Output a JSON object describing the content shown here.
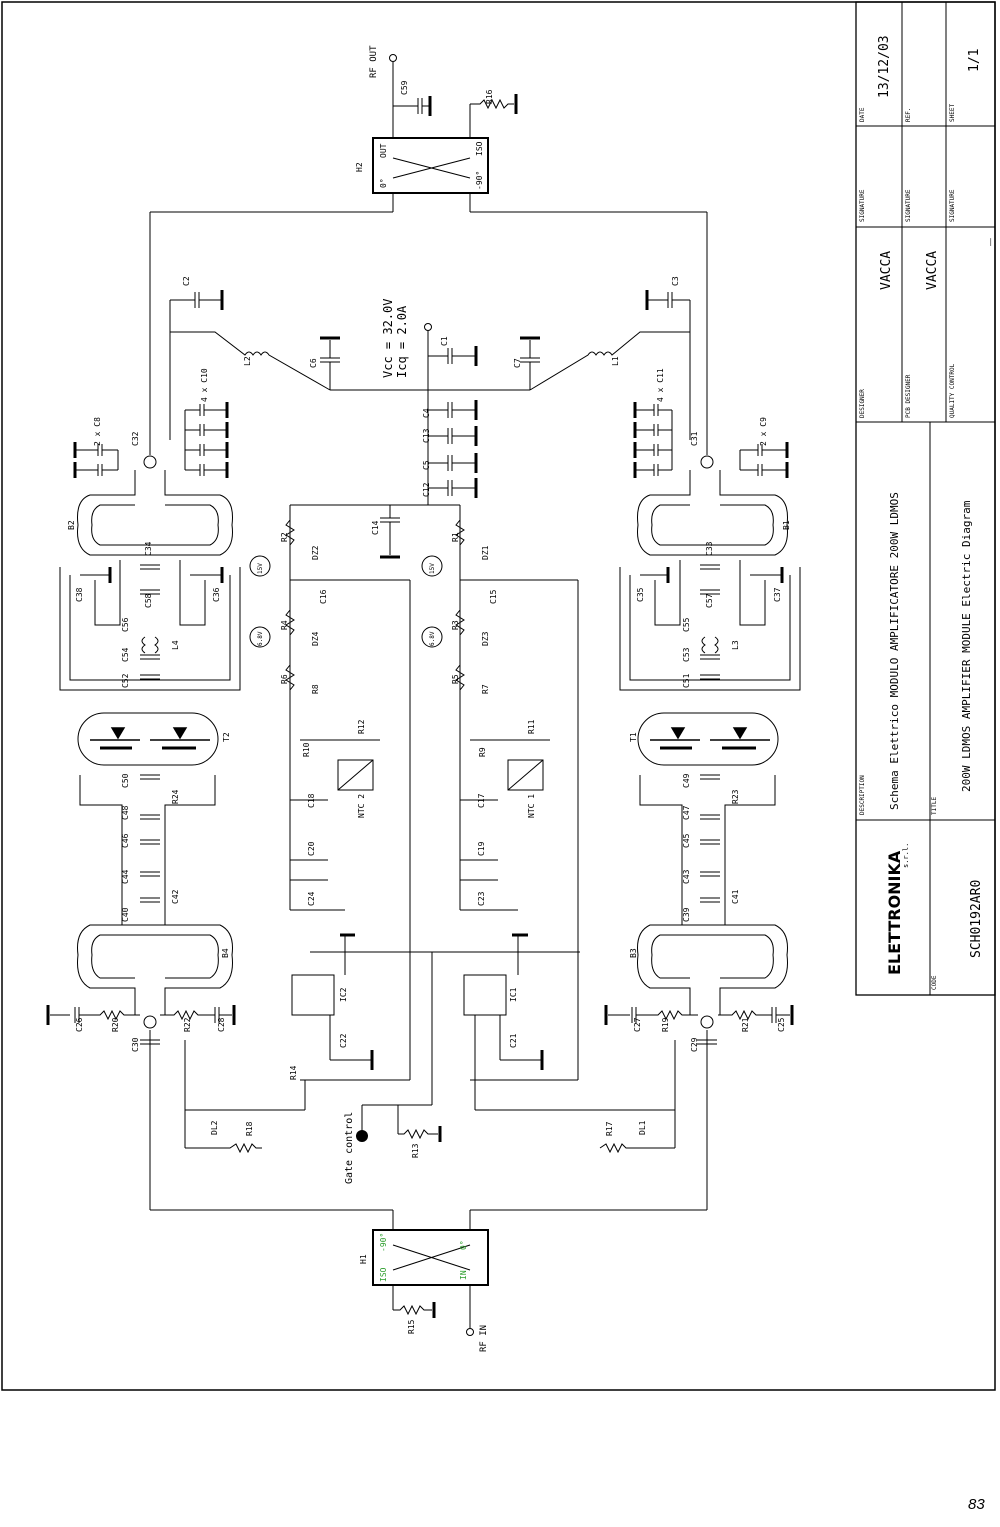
{
  "page_number": "83",
  "title_block": {
    "headers": {
      "date": "DATE",
      "ref": "REF.",
      "sheet": "SHEET",
      "signature": "SIGNATURE",
      "designer": "DESIGNER",
      "pcb_designer": "PCB DESIGNER",
      "quality_control": "QUALITY CONTROL",
      "description": "DESCRIPTION",
      "title": "TITLE",
      "code": "CODE"
    },
    "date": "13/12/03",
    "sheet": "1/1",
    "designer": "VACCA",
    "pcb_designer": "VACCA",
    "quality_control": "_",
    "description": "Schema Elettrico MODULO AMPLIFICATORE 200W LDMOS",
    "title": "200W LDMOS AMPLIFIER MODULE Electric Diagram",
    "code": "SCH0192AR0",
    "company": "ELETTRONIKA",
    "company_suffix": "s.r.l."
  },
  "supply": {
    "vcc": "Vcc = 32.0V",
    "icq": "Icq = 2.0A"
  },
  "ports": {
    "rf_out": "RF OUT",
    "rf_in": "RF IN",
    "gate_control": "Gate control"
  },
  "hybrids": {
    "h2": {
      "ref": "H2",
      "p1": "OUT",
      "p2": "ISO",
      "p3": "0°",
      "p4": "-90°"
    },
    "h1": {
      "ref": "H1",
      "p1": "-90°",
      "p2": "0°",
      "p3": "ISO",
      "p4": "IN"
    }
  },
  "labels": {
    "c59": "C59",
    "r16": "R16",
    "c2": "C2",
    "c3": "C3",
    "l2": "L2",
    "l1": "L1",
    "c6": "C6",
    "c7": "C7",
    "c1": "C1",
    "c4": "C4",
    "c13": "C13",
    "c5": "C5",
    "c12": "C12",
    "c10": "4 x C10",
    "c11": "4 x C11",
    "c8": "2 x C8",
    "c9": "2 x C9",
    "c32": "C32",
    "c31": "C31",
    "c14": "C14",
    "b2": "B2",
    "b1": "B1",
    "b4": "B4",
    "b3": "B3",
    "c34": "C34",
    "c33": "C33",
    "c38": "C38",
    "c36": "C36",
    "c35": "C35",
    "c37": "C37",
    "c58": "C58",
    "c57": "C57",
    "c56": "C56",
    "c55": "C55",
    "c54": "C54",
    "c53": "C53",
    "c52": "C52",
    "c51": "C51",
    "l4": "L4",
    "l3": "L3",
    "t2": "T2",
    "t1": "T1",
    "c50": "C50",
    "c49": "C49",
    "r24": "R24",
    "r23": "R23",
    "c48": "C48",
    "c47": "C47",
    "c46": "C46",
    "c45": "C45",
    "c44": "C44",
    "c43": "C43",
    "c42": "C42",
    "c41": "C41",
    "c40": "C40",
    "c39": "C39",
    "r2": "R2",
    "r1": "R1",
    "dz2": "DZ2",
    "dz1": "DZ1",
    "v15a": "15V",
    "v15b": "15V",
    "c16": "C16",
    "c15": "C15",
    "r4": "R4",
    "r3": "R3",
    "dz4": "DZ4",
    "dz3": "DZ3",
    "v68a": "6.8V",
    "v68b": "6.8V",
    "r6": "R6",
    "r5": "R5",
    "r8": "R8",
    "r7": "R7",
    "r10": "R10",
    "r9": "R9",
    "r12": "R12",
    "r11": "R11",
    "ntc2": "NTC 2",
    "ntc1": "NTC 1",
    "c18": "C18",
    "c17": "C17",
    "c20": "C20",
    "c19": "C19",
    "c24": "C24",
    "c23": "C23",
    "ic2": "IC2",
    "ic1": "IC1",
    "c22": "C22",
    "c21": "C21",
    "c26": "C26",
    "c27": "C27",
    "r20": "R20",
    "r19": "R19",
    "r22": "R22",
    "r21": "R21",
    "c28": "C28",
    "c25": "C25",
    "c30": "C30",
    "c29": "C29",
    "r14": "R14",
    "dl2": "DL2",
    "dl1": "DL1",
    "r18": "R18",
    "r17": "R17",
    "r13": "R13",
    "r15": "R15"
  }
}
